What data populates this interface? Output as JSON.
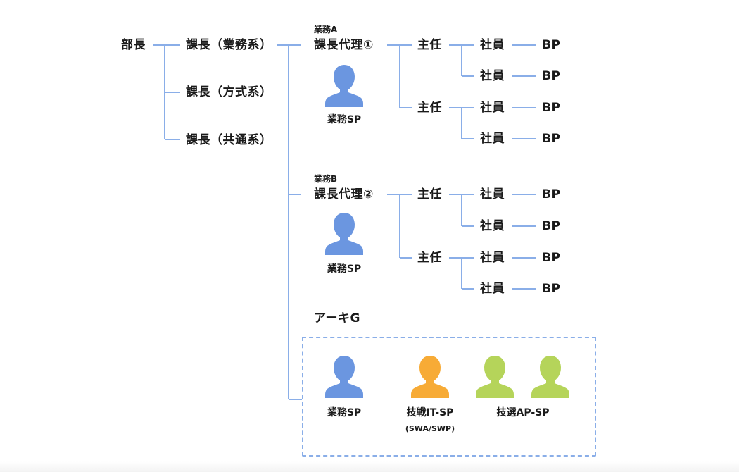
{
  "colors": {
    "line": "#8aaee8",
    "gyomu_sp": "#6b96e0",
    "gisen_it_sp": "#f7ab36",
    "gisen_ap_sp": "#b5d45a"
  },
  "root": {
    "label": "部長"
  },
  "section_chiefs": [
    {
      "label": "課長（業務系）"
    },
    {
      "label": "課長（方式系）"
    },
    {
      "label": "課長（共通系）"
    }
  ],
  "deputies": [
    {
      "group": "業務A",
      "label": "課長代理①",
      "sp_label": "業務SP",
      "leaders": [
        {
          "label": "主任",
          "members": [
            {
              "label": "社員",
              "bp": "BP"
            },
            {
              "label": "社員",
              "bp": "BP"
            }
          ]
        },
        {
          "label": "主任",
          "members": [
            {
              "label": "社員",
              "bp": "BP"
            },
            {
              "label": "社員",
              "bp": "BP"
            }
          ]
        }
      ]
    },
    {
      "group": "業務B",
      "label": "課長代理②",
      "sp_label": "業務SP",
      "leaders": [
        {
          "label": "主任",
          "members": [
            {
              "label": "社員",
              "bp": "BP"
            },
            {
              "label": "社員",
              "bp": "BP"
            }
          ]
        },
        {
          "label": "主任",
          "members": [
            {
              "label": "社員",
              "bp": "BP"
            },
            {
              "label": "社員",
              "bp": "BP"
            }
          ]
        }
      ]
    }
  ],
  "arch_group": {
    "title": "アーキG",
    "members": [
      {
        "label": "業務SP",
        "sub": "",
        "color_key": "gyomu_sp",
        "count": 1
      },
      {
        "label": "技戦IT-SP",
        "sub": "(SWA/SWP)",
        "color_key": "gisen_it_sp",
        "count": 1
      },
      {
        "label": "技選AP-SP",
        "sub": "",
        "color_key": "gisen_ap_sp",
        "count": 2
      }
    ]
  }
}
